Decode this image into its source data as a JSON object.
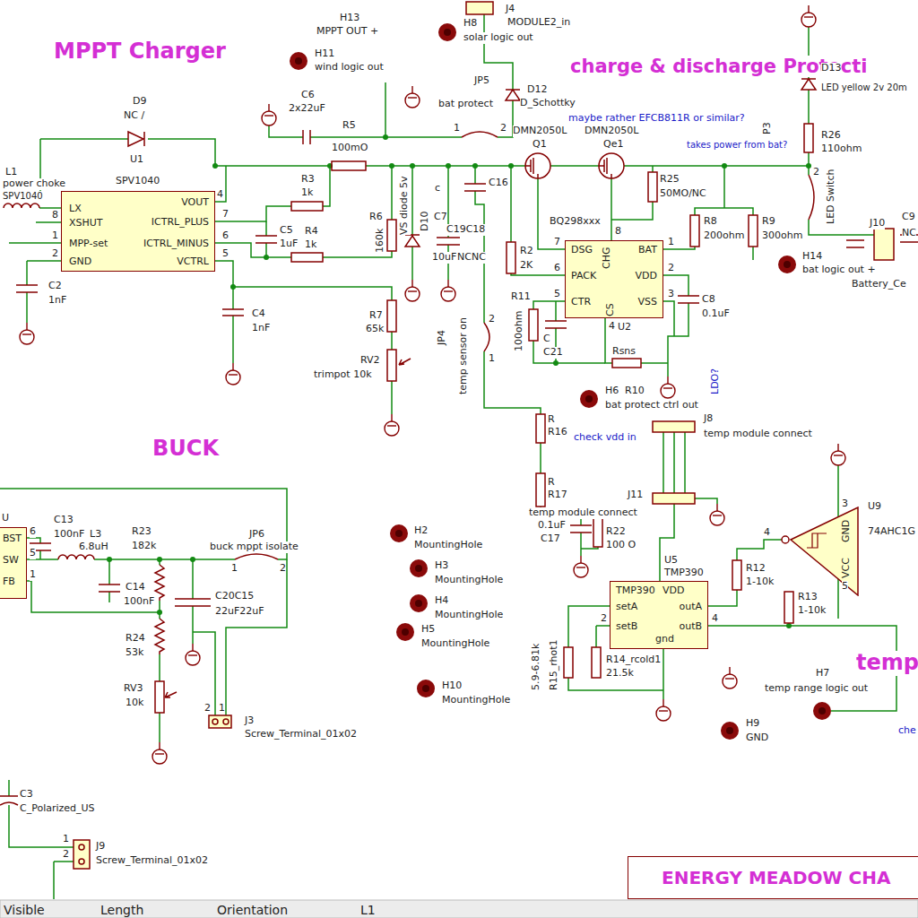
{
  "diagram": {
    "nodes": [
      {
        "text": [
          "U1",
          "SPV1040",
          "LX",
          "XSHUT",
          "MPP-set",
          "GND",
          "VOUT",
          "ICTRL_PLUS",
          "ICTRL_MINUS",
          "VCTRL"
        ]
      },
      {
        "text": [
          "BQ298xxx",
          "DSG",
          "CHG",
          "BAT",
          "PACK",
          "VDD",
          "CTR",
          "CS",
          "VSS",
          "U2"
        ]
      },
      {
        "text": [
          "U5",
          "TMP390",
          "TMP390",
          "VDD",
          "setA",
          "outA",
          "setB",
          "outB",
          "gnd"
        ]
      },
      {
        "text": [
          "BST",
          "SW",
          "FB"
        ]
      },
      {
        "text": [
          "U9",
          "74AHC1G",
          "GND",
          "VCC"
        ]
      },
      {
        "text": [
          "ENERGY MEADOW CHA"
        ]
      }
    ],
    "labels": [
      "MPPT Charger",
      "charge & discharge Protecti",
      "BUCK",
      "temp",
      "H13",
      "MPPT OUT +",
      "H11",
      "wind logic out",
      "D9",
      "NC /",
      "C6",
      "2x22uF",
      "R5",
      "100mO",
      "L1",
      "power choke",
      "SPV1040",
      "R3",
      "1k",
      "R4",
      "1k",
      "C5",
      "1uF",
      "C2",
      "1nF",
      "C4",
      "1nF",
      "R6",
      "160k",
      "VS diode 5v",
      "D10",
      "c",
      "C7",
      "C19C18",
      "10uF",
      "NCNC",
      "C16",
      "R7",
      "65k",
      "RV2",
      "trimpot 10k",
      "JP4",
      "temp sensor on",
      "H8",
      "J4",
      "MODULE2_in",
      "solar logic out",
      "JP5",
      "D12",
      "D_Schottky",
      "bat protect",
      "1",
      "2",
      "maybe rather EFCB811R or similar?",
      "DMN2050L",
      "DMN2050L",
      "Q1",
      "Qe1",
      "takes power from bat?",
      "R25",
      "50MO/NC",
      "R8",
      "200ohm",
      "R9",
      "300ohm",
      "R2",
      "2K",
      "R11",
      "100ohm",
      "C",
      "C21",
      "C8",
      "0.1uF",
      "Rsns",
      "LDO?",
      "H6",
      "R10",
      "bat protect ctrl out",
      "R",
      "R16",
      "check vdd in",
      "J8",
      "temp module connect",
      "P3",
      "D13",
      "LED yellow 2v 20m",
      "R26",
      "110ohm",
      "LED Switch",
      "J10",
      "C9",
      "NC",
      "H14",
      "bat logic out +",
      "Battery_Ce",
      "R",
      "R17",
      "temp module connect",
      "J11",
      "0.1uF",
      "C17",
      "R22",
      "100 O",
      "R12",
      "1-10k",
      "R13",
      "1-10k",
      "4",
      "3",
      "5",
      "5.9-6.81k",
      "R15_rhot1",
      "R14_rcold1",
      "21.5k",
      "H9",
      "GND",
      "H7",
      "temp range logic out",
      "che",
      "U",
      "C13",
      "100nF",
      "L3",
      "6.8uH",
      "R23",
      "182k",
      "JP6",
      "buck mppt isolate",
      "C14",
      "100nF",
      "C20C15",
      "22uF22uF",
      "R24",
      "53k",
      "RV3",
      "10k",
      "J3",
      "Screw_Terminal_01x02",
      "C3",
      "C_Polarized_US",
      "J9",
      "Screw_Terminal_01x02",
      "H2",
      "MountingHole",
      "H3",
      "MountingHole",
      "H4",
      "MountingHole",
      "H5",
      "MountingHole",
      "H10",
      "MountingHole",
      "Visible",
      "Length",
      "Orientation",
      "L1",
      "8",
      "1",
      "2",
      "4",
      "7",
      "6",
      "5",
      "7",
      "8",
      "1",
      "6",
      "2",
      "5",
      "4",
      "3",
      "2",
      "4",
      "1",
      "2",
      "2",
      "1",
      "2",
      "1",
      "1",
      "2",
      "2",
      "6",
      "5",
      "1"
    ]
  }
}
